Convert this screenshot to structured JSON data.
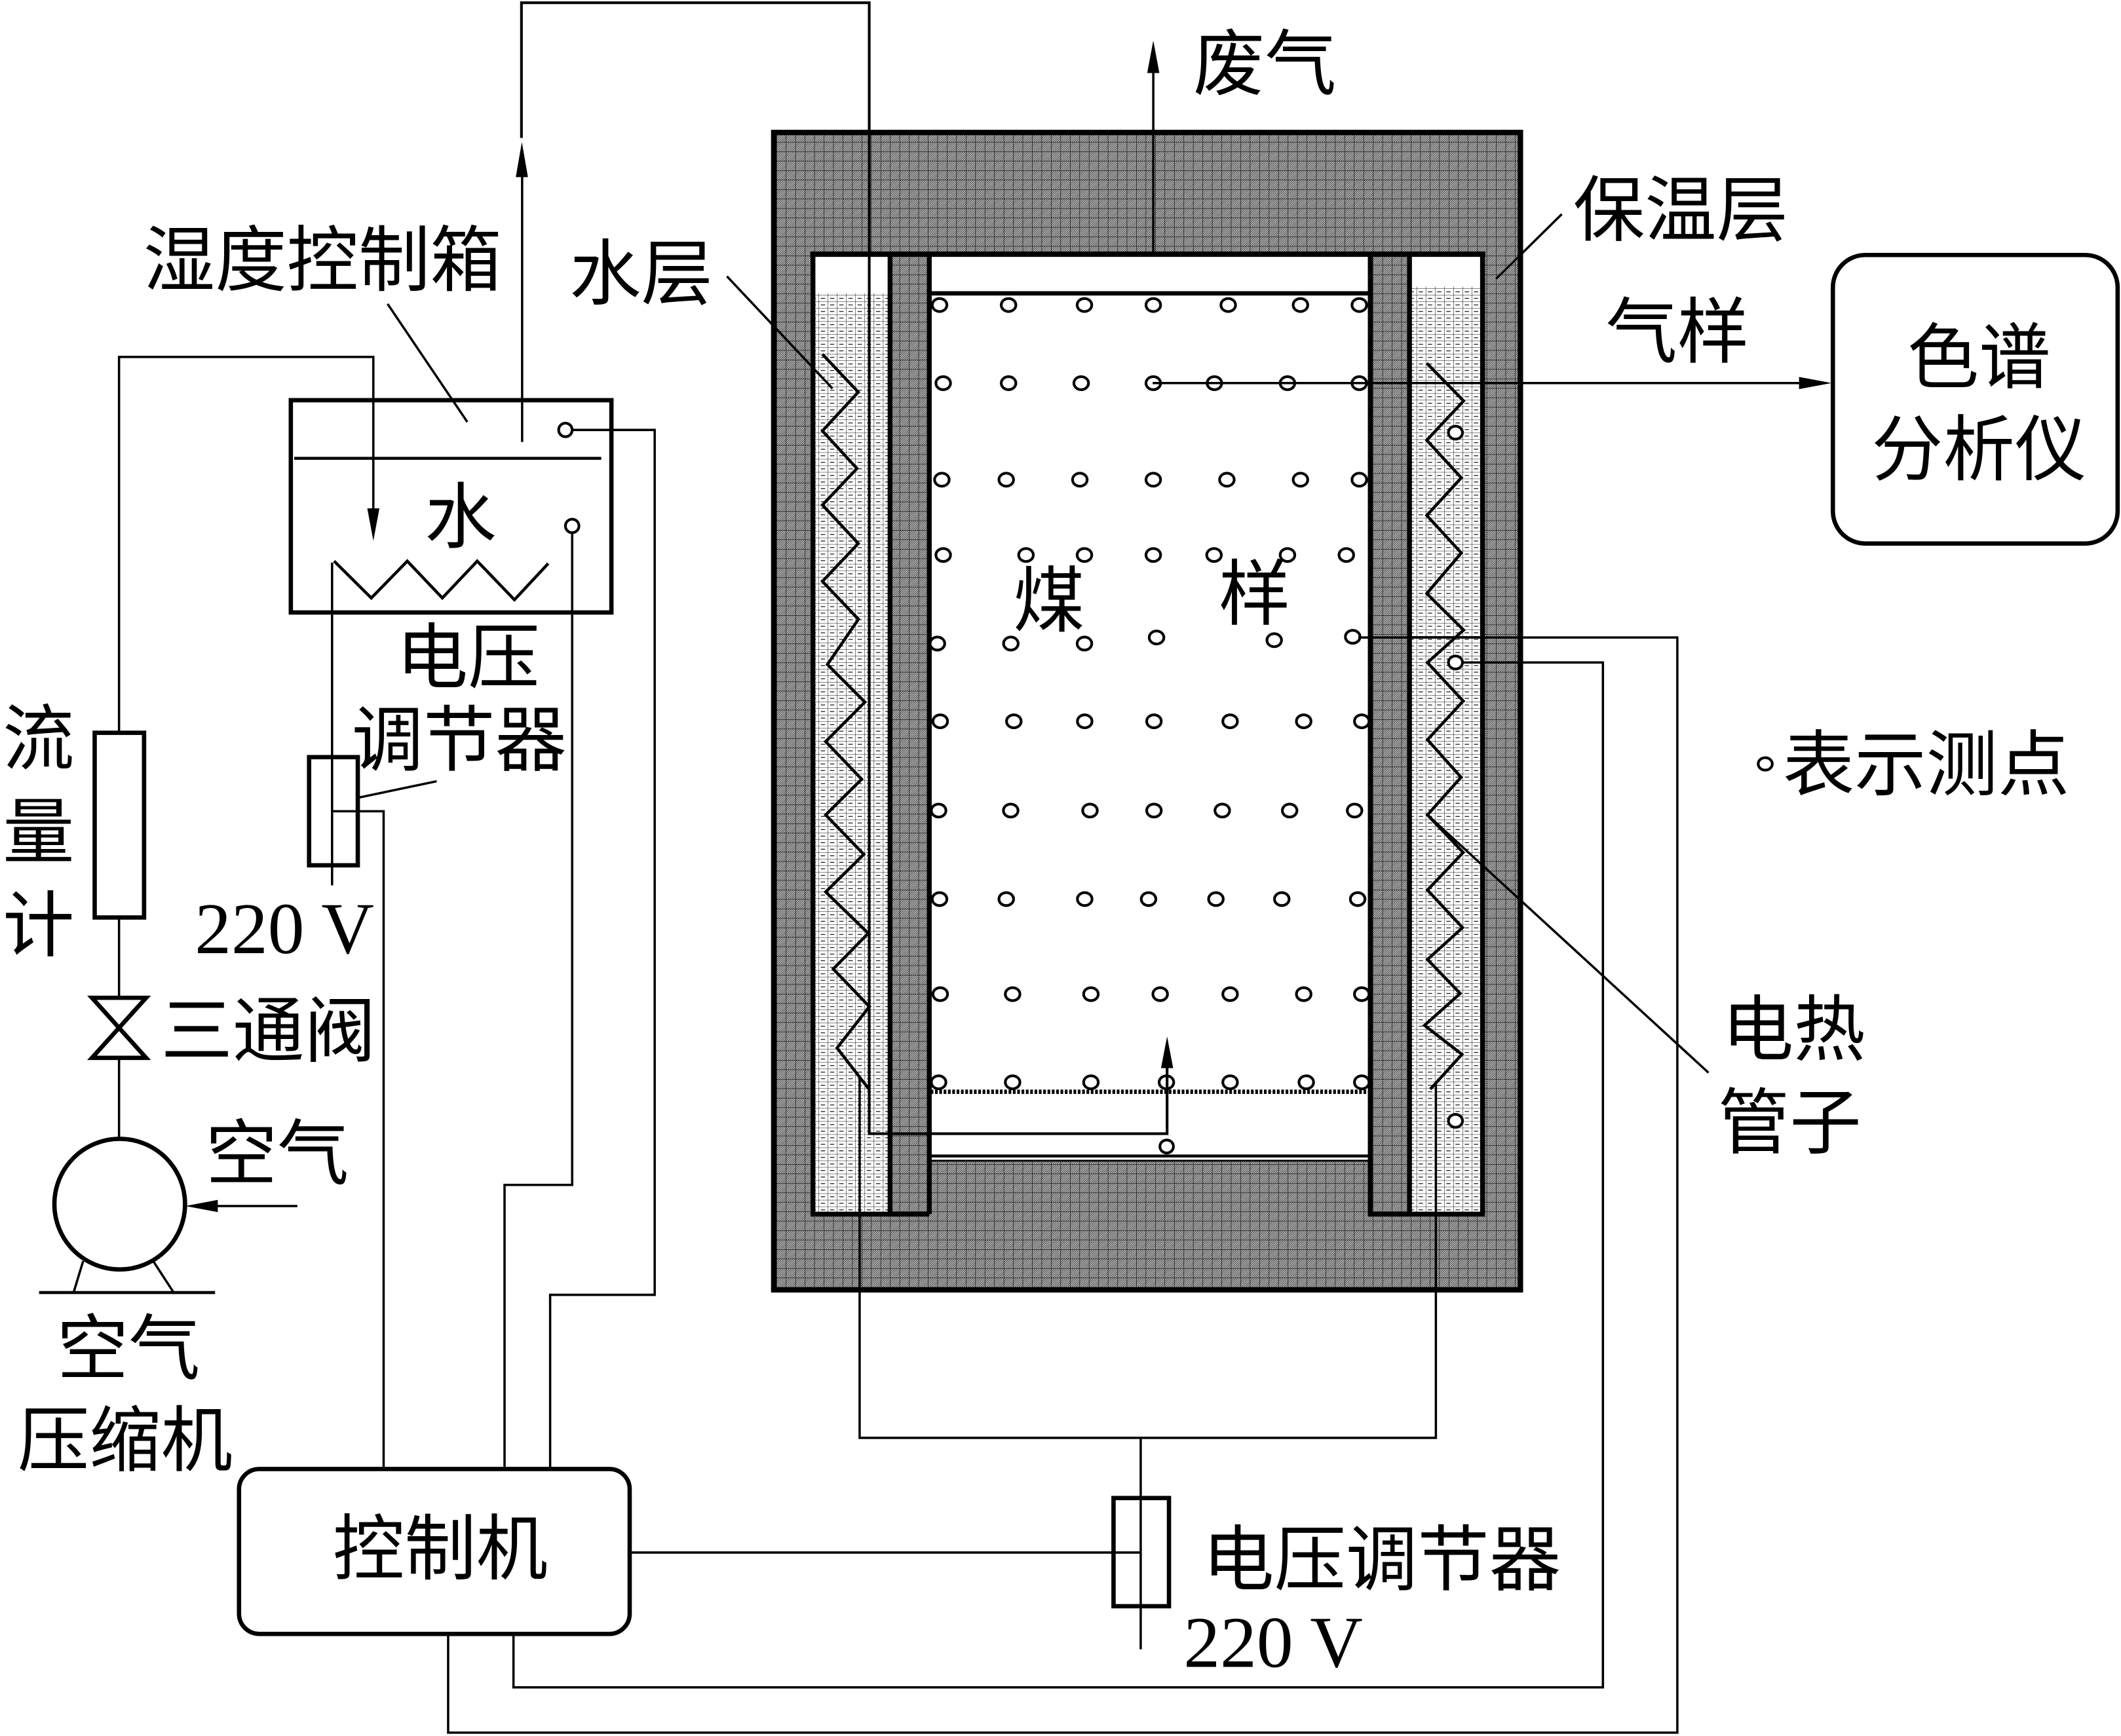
{
  "figure": {
    "type": "experimental-apparatus-schematic",
    "colors": {
      "line": "#000000",
      "background": "#ffffff"
    }
  },
  "labels": {
    "exhaust_gas": "废气",
    "humidity_control_box": "湿度控制箱",
    "water_in_box": "水",
    "water_layer": "水层",
    "insulation_layer": "保温层",
    "gas_sample": "气样",
    "chromatograph": [
      "色谱",
      "分析仪"
    ],
    "coal_sample": [
      "煤",
      "样"
    ],
    "upper_voltage_regulator": [
      "电压",
      "调节器"
    ],
    "upper_supply_voltage": "220 V",
    "flowmeter": [
      "流",
      "量",
      "计"
    ],
    "three_way_valve": "三通阀",
    "air_inlet": "空气",
    "air_compressor": [
      "空气",
      "压缩机"
    ],
    "controller": "控制机",
    "lower_voltage_regulator": "电压调节器",
    "lower_supply_voltage": "220 V",
    "electric_heating_tube": [
      "电热",
      "管子"
    ]
  },
  "legend": {
    "symbol": "small-circle",
    "label": "表示测点"
  }
}
